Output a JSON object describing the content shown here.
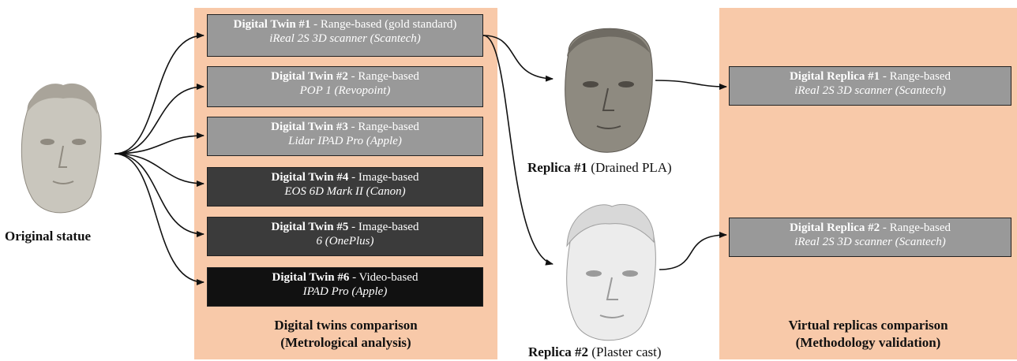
{
  "original": {
    "caption": "Original statue"
  },
  "digital_twins": [
    {
      "name": "Digital Twin #1",
      "method": " - Range-based (gold standard)",
      "device": "iReal 2S 3D scanner (Scantech)",
      "shade": "gray"
    },
    {
      "name": "Digital Twin #2",
      "method": " - Range-based",
      "device": "POP 1 (Revopoint)",
      "shade": "gray"
    },
    {
      "name": "Digital Twin #3",
      "method": " - Range-based",
      "device": "Lidar IPAD Pro (Apple)",
      "shade": "gray"
    },
    {
      "name": "Digital Twin #4",
      "method": " - Image-based",
      "device": "EOS 6D Mark II (Canon)",
      "shade": "dark"
    },
    {
      "name": "Digital Twin #5",
      "method": " - Image-based",
      "device": "6 (OnePlus)",
      "shade": "dark"
    },
    {
      "name": "Digital Twin #6",
      "method": " - Video-based",
      "device": "IPAD Pro (Apple)",
      "shade": "black"
    }
  ],
  "left_panel": {
    "title_line1": "Digital twins comparison",
    "title_line2": "(Metrological analysis)"
  },
  "replicas": [
    {
      "name": "Replica #1",
      "material": " (Drained PLA)"
    },
    {
      "name": "Replica #2",
      "material": " (Plaster cast)"
    }
  ],
  "digital_replicas": [
    {
      "name": "Digital Replica #1",
      "method": " - Range-based",
      "device": "iReal 2S 3D scanner (Scantech)"
    },
    {
      "name": "Digital Replica #2",
      "method": " - Range-based",
      "device": "iReal 2S 3D scanner (Scantech)"
    }
  ],
  "right_panel": {
    "title_line1": "Virtual replicas comparison",
    "title_line2": "(Methodology validation)"
  },
  "colors": {
    "panel": "#f8c9a9",
    "range_box": "#999999",
    "image_box": "#3b3b3b",
    "video_box": "#111111"
  }
}
